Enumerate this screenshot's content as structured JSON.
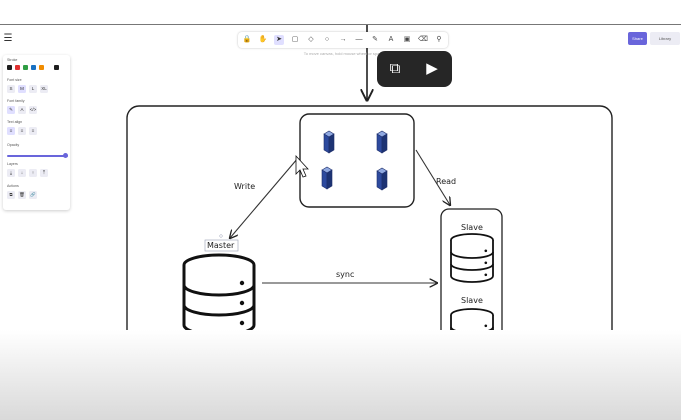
{
  "toolbar": {
    "tools": [
      {
        "name": "lock-icon",
        "glyph": "🔒"
      },
      {
        "name": "hand-icon",
        "glyph": "✋"
      },
      {
        "name": "pointer-icon",
        "glyph": "➤"
      },
      {
        "name": "rectangle-icon",
        "glyph": "▢"
      },
      {
        "name": "diamond-icon",
        "glyph": "◇"
      },
      {
        "name": "ellipse-icon",
        "glyph": "○"
      },
      {
        "name": "arrow-icon",
        "glyph": "→"
      },
      {
        "name": "line-icon",
        "glyph": "—"
      },
      {
        "name": "pencil-icon",
        "glyph": "✎"
      },
      {
        "name": "text-icon",
        "glyph": "A"
      },
      {
        "name": "image-icon",
        "glyph": "▣"
      },
      {
        "name": "eraser-icon",
        "glyph": "⌫"
      },
      {
        "name": "library-icon",
        "glyph": "⚲"
      }
    ],
    "hint": "To move canvas, hold mouse wheel or spacebar while dragging"
  },
  "top_right": {
    "share_label": "Share",
    "library_label": "Library"
  },
  "props": {
    "stroke_label": "Stroke",
    "stroke_colors": [
      "#1e1e1e",
      "#e03131",
      "#2f9e44",
      "#1971c2",
      "#f08c00"
    ],
    "current_stroke": "#1e1e1e",
    "font_size_label": "Font size",
    "sizes": [
      "S",
      "M",
      "L",
      "XL"
    ],
    "selected_size": "M",
    "font_family_label": "Font family",
    "families": [
      "✎",
      "A",
      "</>"
    ],
    "text_align_label": "Text align",
    "aligns": [
      "≡",
      "≡",
      "≡"
    ],
    "opacity_label": "Opacity",
    "opacity": 100,
    "layers_label": "Layers",
    "layers": [
      "⤓",
      "↓",
      "↑",
      "⤒"
    ],
    "actions_label": "Actions",
    "actions": [
      "⧉",
      "🗑",
      "🔗"
    ]
  },
  "diagram": {
    "write_label": "Write",
    "read_label": "Read",
    "master_label": "Master",
    "sync_label": "sync",
    "slave_label_1": "Slave",
    "slave_label_2": "Slave"
  }
}
